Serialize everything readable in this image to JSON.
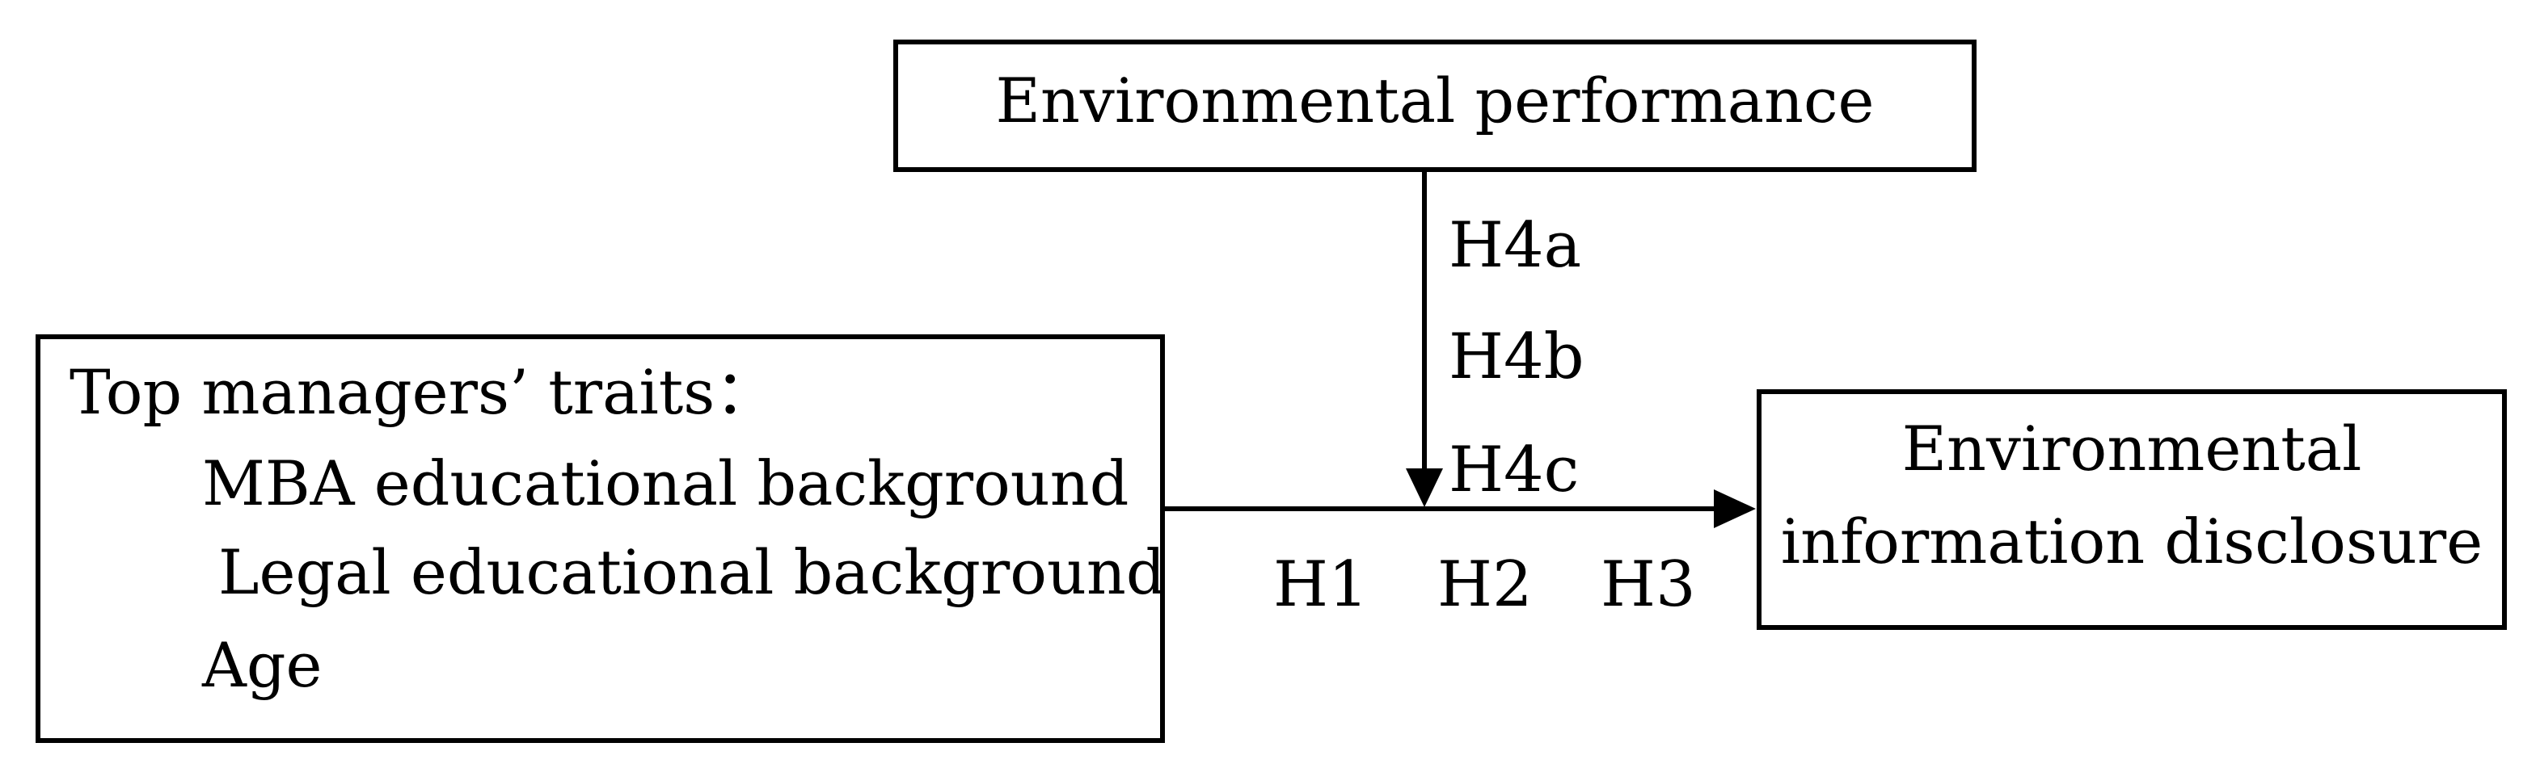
{
  "nodes": {
    "moderator": {
      "label": "Environmental performance"
    },
    "independent": {
      "title": "Top managers’ traits：",
      "items": [
        "MBA educational background",
        "Legal educational background",
        "Age"
      ]
    },
    "dependent": {
      "lines": [
        "Environmental",
        "information disclosure"
      ]
    }
  },
  "hypotheses": {
    "moderation": [
      "H4a",
      "H4b",
      "H4c"
    ],
    "direct": [
      "H1",
      "H2",
      "H3"
    ]
  },
  "colors": {
    "stroke": "#000000",
    "background": "#ffffff"
  }
}
